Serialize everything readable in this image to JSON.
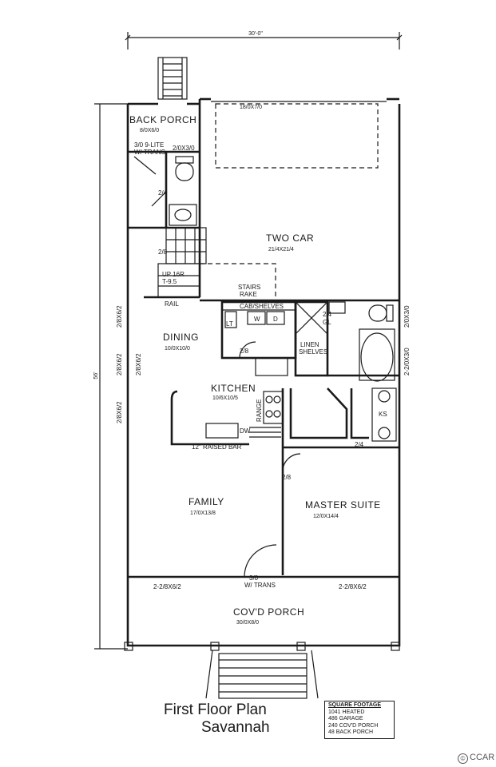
{
  "plan": {
    "overall_width": "30'-0\"",
    "overall_depth": "56'",
    "rooms": {
      "back_porch": {
        "name": "BACK PORCH",
        "size": "8/0X6/0"
      },
      "garage": {
        "name": "TWO CAR",
        "size": "21/4X21/4"
      },
      "dining": {
        "name": "DINING",
        "size": "10/0X10/0"
      },
      "kitchen": {
        "name": "KITCHEN",
        "size": "10/6X10/5"
      },
      "family": {
        "name": "FAMILY",
        "size": "17/0X13/8"
      },
      "master_suite": {
        "name": "MASTER SUITE",
        "size": "12/0X14/4"
      },
      "covd_porch": {
        "name": "COV'D PORCH",
        "size": "30/0X8/0"
      }
    },
    "labels": {
      "garage_door": "18/0X7/0",
      "back_door_1": "3/0 9-LITE",
      "back_door_2": "W/ TRANS",
      "bath_window": "2/0X3/0",
      "door_24": "2/4",
      "door_28": "2/8",
      "stairs_1": "UP 16R",
      "stairs_2": "T-9.5",
      "stairs_rake_1": "STAIRS",
      "stairs_rake_2": "RAKE",
      "rail": "RAIL",
      "cab_shelves": "CAB/SHELVES",
      "lt": "LT",
      "w": "W",
      "d": "D",
      "linen_1": "LINEN",
      "linen_2": "SHELVES",
      "gl": "GL",
      "range": "RANGE",
      "dw": "DW",
      "raised_bar": "12\" RAISED BAR",
      "ks": "KS",
      "door_24b": "2/4",
      "door_28b": "2/8",
      "front_door_1": "3/0",
      "front_door_2": "W/ TRANS",
      "window_left": "2-2/8X6/2",
      "window_right": "2-2/8X6/2",
      "side_window_1": "2/8X6/2",
      "side_window_2": "2/8X6/2",
      "side_window_3": "2/8X6/2",
      "side_window_4": "2/8X6/2",
      "right_window_1": "2/0X3/0",
      "right_window_2": "2-2/0X3/0"
    },
    "title": "First Floor Plan",
    "subtitle": "Savannah",
    "square_footage": {
      "header": "SQUARE FOOTAGE",
      "rows": [
        "1041 HEATED",
        "486 GARAGE",
        "240 COV'D PORCH",
        "48 BACK PORCH"
      ]
    },
    "watermark": "CCAR"
  }
}
